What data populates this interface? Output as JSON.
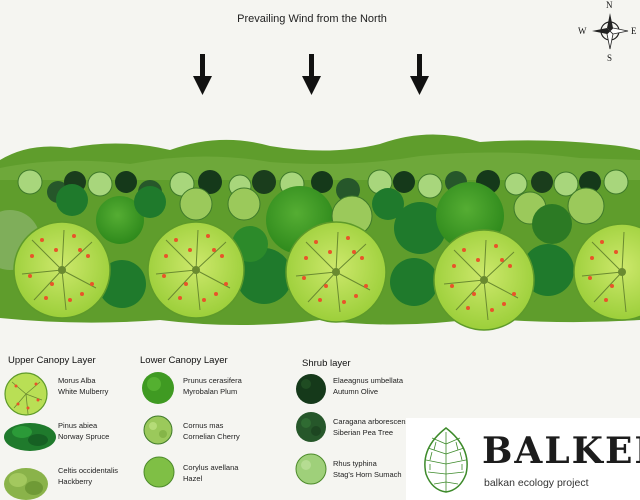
{
  "title": "Prevailing Wind from the North",
  "compass": {
    "n": "N",
    "s": "S",
    "e": "E",
    "w": "W"
  },
  "colors": {
    "belt_base": "#5a9a2a",
    "belt_back": "#72ad3e",
    "mulberry": "#b9df55",
    "mulberry_fruit": "#e8542a",
    "plum": "#3f9a22",
    "cherry": "#9bc95b",
    "spruce": "#1f7a2c",
    "olive": "#15391a",
    "pea_tree": "#26572a",
    "sumach": "#9fd07a"
  },
  "legend": {
    "upper": {
      "heading": "Upper Canopy Layer",
      "items": [
        {
          "line1": "Morus Alba",
          "line2": "White Mulberry",
          "icon": "mulberry-tree-icon"
        },
        {
          "line1": "Pinus abiea",
          "line2": "Norway Spruce",
          "icon": "spruce-tree-icon"
        },
        {
          "line1": "Celtis occidentalis",
          "line2": "Hackberry",
          "icon": "hackberry-tree-icon"
        }
      ]
    },
    "lower": {
      "heading": "Lower Canopy Layer",
      "items": [
        {
          "line1": "Prunus cerasifera",
          "line2": "Myrobalan Plum",
          "icon": "plum-tree-icon"
        },
        {
          "line1": "Cornus mas",
          "line2": "Cornelian Cherry",
          "icon": "cherry-tree-icon"
        },
        {
          "line1": "Corylus avellana",
          "line2": "Hazel",
          "icon": "hazel-tree-icon"
        }
      ]
    },
    "shrub": {
      "heading": "Shrub layer",
      "items": [
        {
          "line1": "Elaeagnus umbellata",
          "line2": "Autumn Olive",
          "icon": "olive-shrub-icon"
        },
        {
          "line1": "Caragana arborescens",
          "line2": "Siberian Pea Tree",
          "icon": "pea-tree-shrub-icon"
        },
        {
          "line1": "Rhus typhina",
          "line2": "Stag's Horn Sumach",
          "icon": "sumach-shrub-icon"
        }
      ]
    }
  },
  "logo": {
    "name": "BALKEP",
    "tagline": "balkan ecology project"
  }
}
